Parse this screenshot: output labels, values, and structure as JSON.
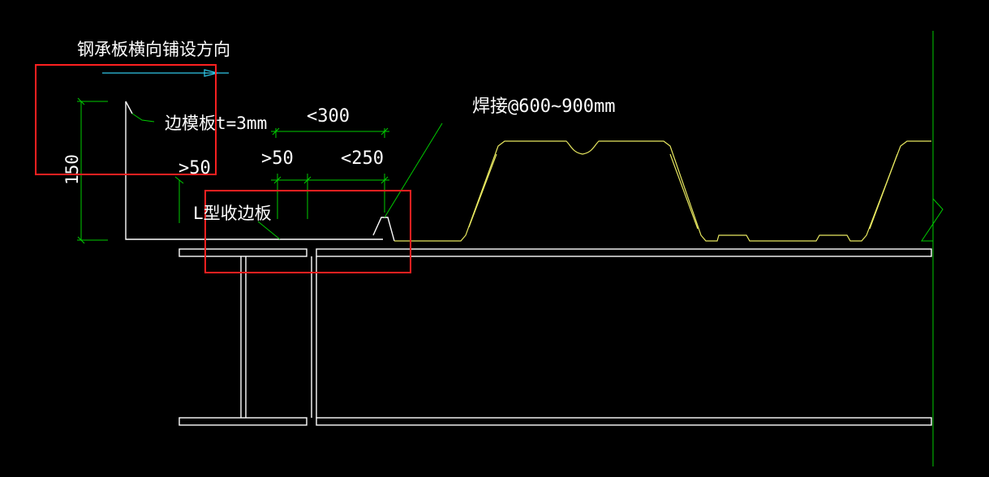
{
  "labels": {
    "layout_direction": "钢承板横向铺设方向",
    "edge_form_plate": "边模板t=3mm",
    "dim_max_300": "<300",
    "dim_min_50_top": ">50",
    "dim_max_250": "<250",
    "dim_min_50_left": ">50",
    "dim_150": "150",
    "l_edge_plate": "L型收边板",
    "weld_spacing": "焊接@600~900mm"
  },
  "colors": {
    "background": "#000000",
    "steel_lines": "#ffffff",
    "dimensions": "#00cc00",
    "deck_outline": "#e8e860",
    "direction_arrow": "#30c8e8",
    "highlight_box": "#ff2020"
  }
}
